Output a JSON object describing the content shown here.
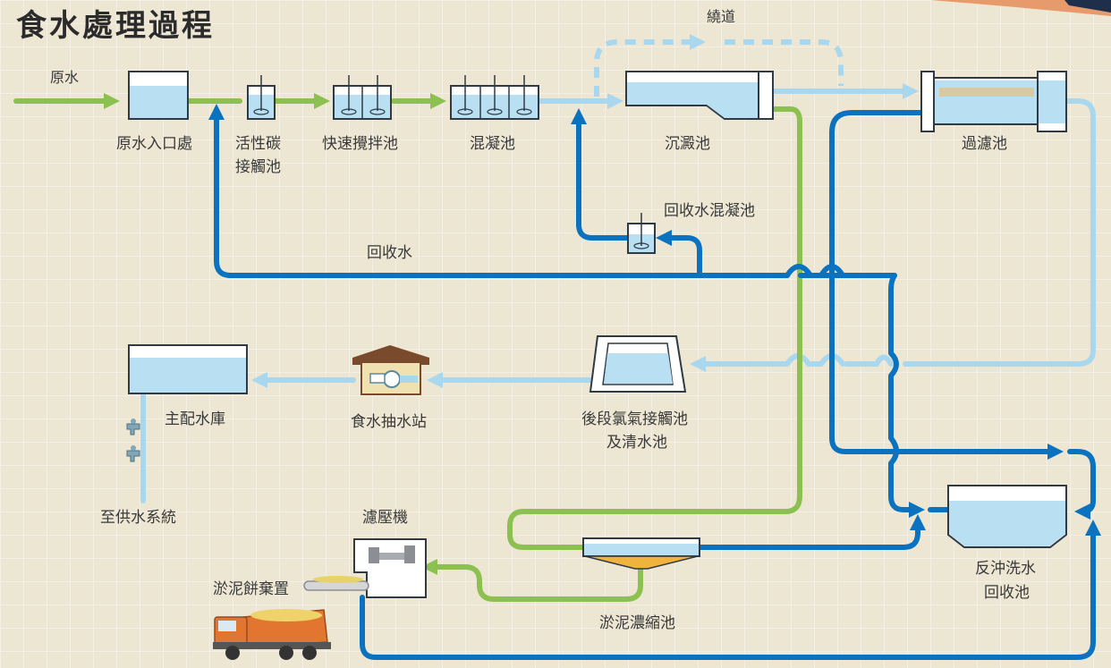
{
  "title": "食水處理過程",
  "labels": {
    "raw_water": "原水",
    "bypass": "繞道",
    "raw_water_inlet": "原水入口處",
    "activated_carbon_1": "活性碳",
    "activated_carbon_2": "接觸池",
    "rapid_mixing": "快速攪拌池",
    "coagulation": "混凝池",
    "sedimentation": "沉澱池",
    "filtration": "過濾池",
    "recycled_coagulation": "回收水混凝池",
    "recycled_water": "回收水",
    "main_reservoir": "主配水庫",
    "pumping_station": "食水抽水站",
    "chlorine_tank_1": "後段氯氣接觸池",
    "chlorine_tank_2": "及清水池",
    "to_supply": "至供水系統",
    "filter_press": "濾壓機",
    "sludge_cake": "淤泥餅棄置",
    "sludge_thickening": "淤泥濃縮池",
    "backwash_1": "反沖洗水",
    "backwash_2": "回收池"
  },
  "colors": {
    "raw_flow": "#8cc152",
    "treated_flow": "#a9d8ee",
    "recycle_flow": "#0a72be",
    "water": "#b8e0f2"
  },
  "icons": [
    "flow-arrow",
    "faucet-icon",
    "dump-truck-icon",
    "pump-house-icon",
    "stirrer-icon"
  ]
}
